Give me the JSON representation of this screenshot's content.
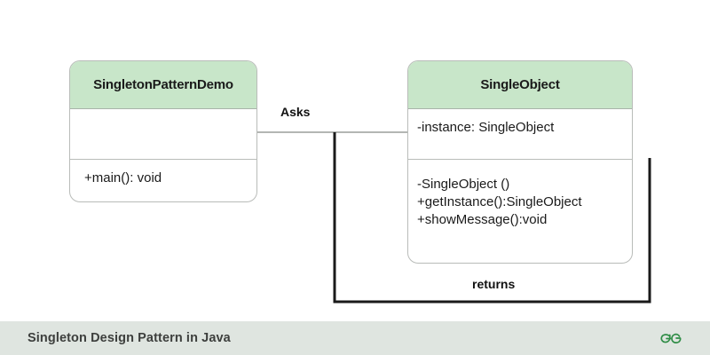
{
  "diagram": {
    "type": "uml-class-diagram",
    "classes": [
      {
        "id": "SingletonPatternDemo",
        "name": "SingletonPatternDemo",
        "attributes": [],
        "operations": [
          "+main(): void"
        ]
      },
      {
        "id": "SingleObject",
        "name": "SingleObject",
        "attributes": [
          "-instance: SingleObject"
        ],
        "operations": [
          "-SingleObject ()",
          "+getInstance():SingleObject",
          "+showMessage():void"
        ]
      }
    ],
    "edges": [
      {
        "id": "asks",
        "label": "Asks",
        "from": "SingletonPatternDemo",
        "to": "SingleObject"
      },
      {
        "id": "returns",
        "label": "returns",
        "from": "SingleObject",
        "to": "SingletonPatternDemo"
      }
    ]
  },
  "footer": {
    "title": "Singleton Design Pattern in Java",
    "logo": "geeksforgeeks-logo"
  },
  "colors": {
    "header_fill": "#c8e6c9",
    "box_border": "#b9bcb9",
    "edge_thin": "#9a9d9a",
    "edge_thick": "#1a1a1a",
    "footer_bg": "#dfe5e0",
    "footer_text": "#3d3f3d",
    "logo_green": "#2f8d46"
  }
}
